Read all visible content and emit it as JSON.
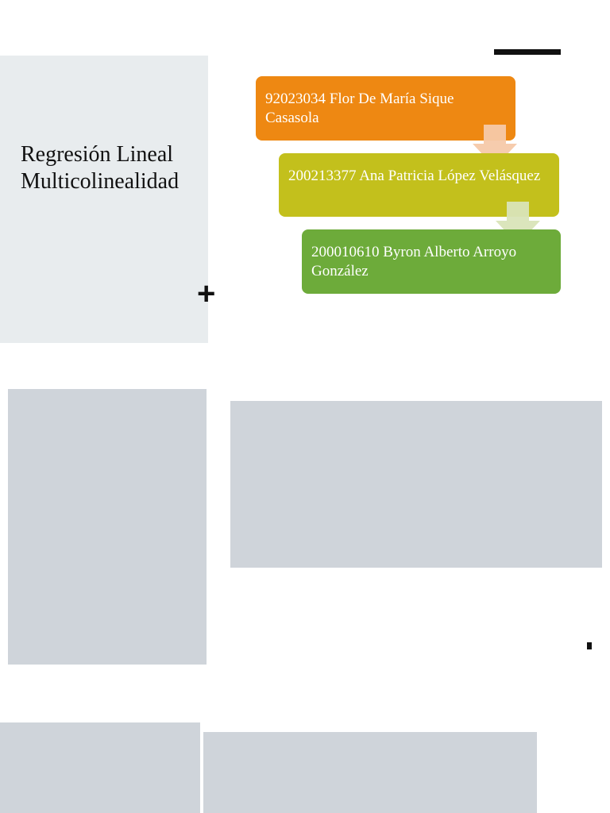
{
  "slide1": {
    "title_line1": "Regresión Lineal",
    "title_line2": "Multicolinealidad",
    "plus": "+",
    "members": [
      {
        "text": "92023034 Flor De María Sique Casasola",
        "color": "#ee8812"
      },
      {
        "text": "200213377 Ana Patricia López Velásquez",
        "color": "#c3c01c"
      },
      {
        "text": "200010610 Byron Alberto Arroyo González",
        "color": "#6dab3a"
      }
    ]
  }
}
